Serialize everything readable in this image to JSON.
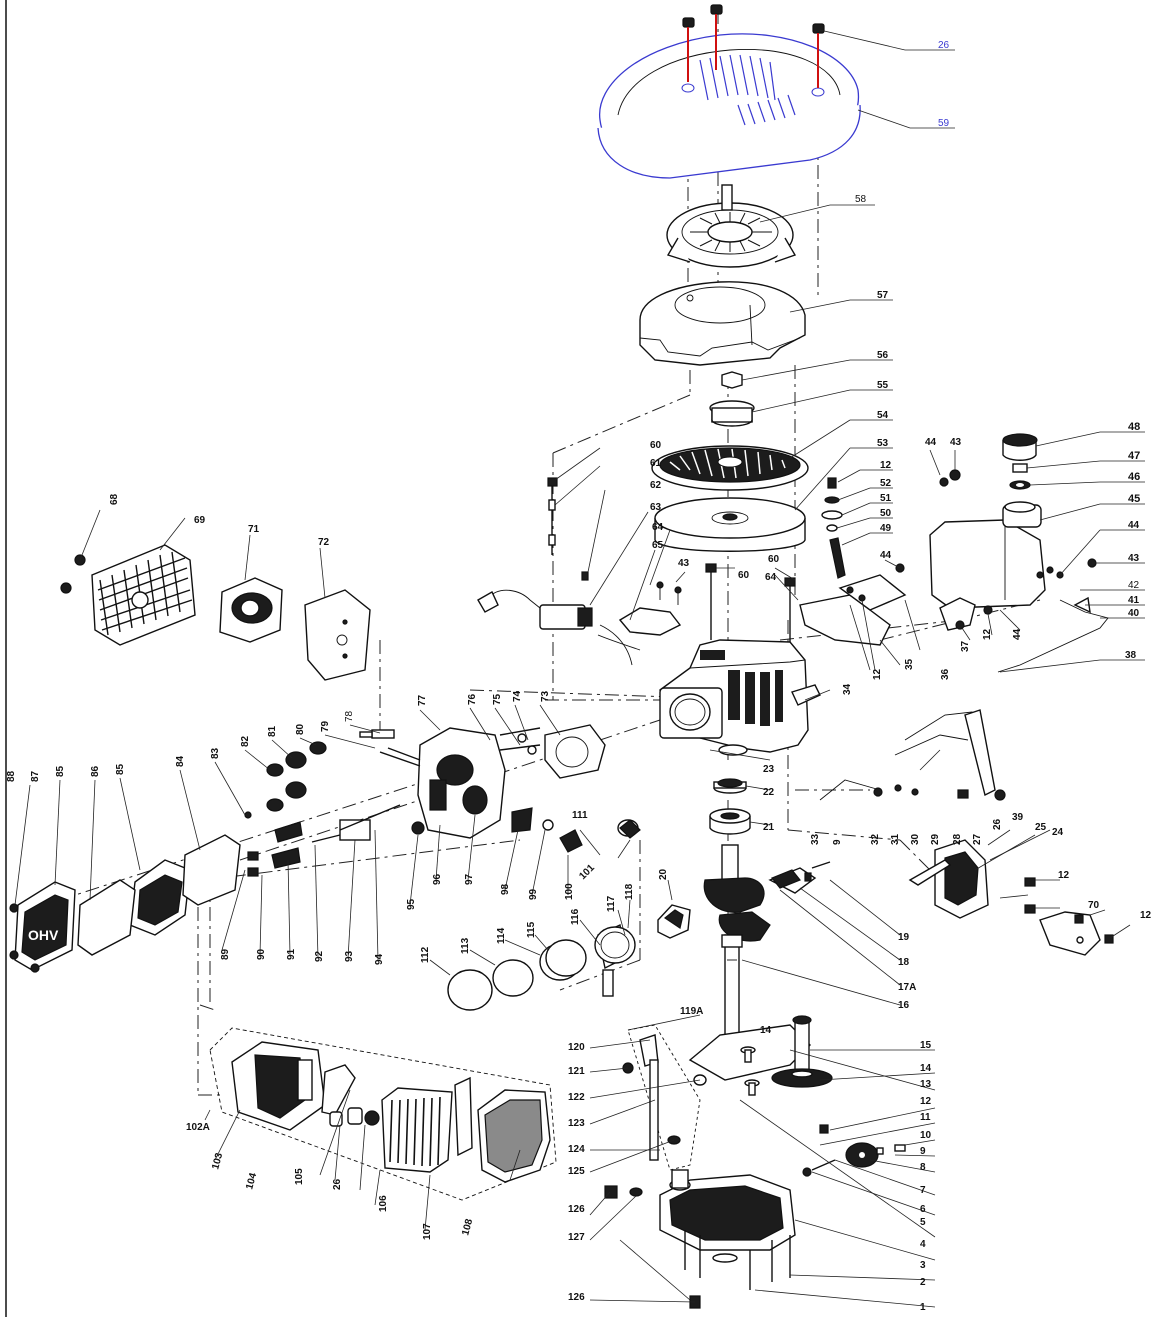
{
  "labels": {
    "l26": "26",
    "l59": "59",
    "l58": "58",
    "l57": "57",
    "l56": "56",
    "l55": "55",
    "l54": "54",
    "l53": "53",
    "l12": "12",
    "l52": "52",
    "l51": "51",
    "l50": "50",
    "l49": "49",
    "l48": "48",
    "l47": "47",
    "l46": "46",
    "l45": "45",
    "l44": "44",
    "l43": "43",
    "l42": "42",
    "l41": "41",
    "l40": "40",
    "l38": "38",
    "l37": "37",
    "l36": "36",
    "l35": "35",
    "l34": "34",
    "l33": "33",
    "l32": "32",
    "l31": "31",
    "l30": "30",
    "l29": "29",
    "l28": "28",
    "l27": "27",
    "l25": "25",
    "l24": "24",
    "l23": "23",
    "l22": "22",
    "l21": "21",
    "l20": "20",
    "l19": "19",
    "l18": "18",
    "l17a": "17A",
    "l16": "16",
    "l15": "15",
    "l14": "14",
    "l13": "13",
    "l11": "11",
    "l10": "10",
    "l9": "9",
    "l8": "8",
    "l7": "7",
    "l6": "6",
    "l5": "5",
    "l4": "4",
    "l3": "3",
    "l2": "2",
    "l1": "1",
    "l39": "39",
    "l60": "60",
    "l61": "61",
    "l62": "62",
    "l63": "63",
    "l64": "64",
    "l65": "65",
    "l68": "68",
    "l69": "69",
    "l70": "70",
    "l71": "71",
    "l72": "72",
    "l73": "73",
    "l74": "74",
    "l75": "75",
    "l76": "76",
    "l77": "77",
    "l78": "78",
    "l79": "79",
    "l80": "80",
    "l81": "81",
    "l82": "82",
    "l83": "83",
    "l84": "84",
    "l85": "85",
    "l86": "86",
    "l87": "87",
    "l88": "88",
    "l89": "89",
    "l90": "90",
    "l91": "91",
    "l92": "92",
    "l93": "93",
    "l94": "94",
    "l95": "95",
    "l96": "96",
    "l97": "97",
    "l98": "98",
    "l99": "99",
    "l100": "100",
    "l101": "101",
    "l102a": "102A",
    "l103": "103",
    "l104": "104",
    "l105": "105",
    "l106": "106",
    "l107": "107",
    "l108": "108",
    "l111": "111",
    "l112": "112",
    "l113": "113",
    "l114": "114",
    "l115": "115",
    "l116": "116",
    "l117": "117",
    "l118": "118",
    "l119a": "119A",
    "l120": "120",
    "l121": "121",
    "l122": "122",
    "l123": "123",
    "l124": "124",
    "l125": "125",
    "l126": "126",
    "l127": "127"
  },
  "colors": {
    "highlight_blue": "#3a3ad0",
    "highlight_red": "#d01010",
    "ink": "#111111"
  }
}
